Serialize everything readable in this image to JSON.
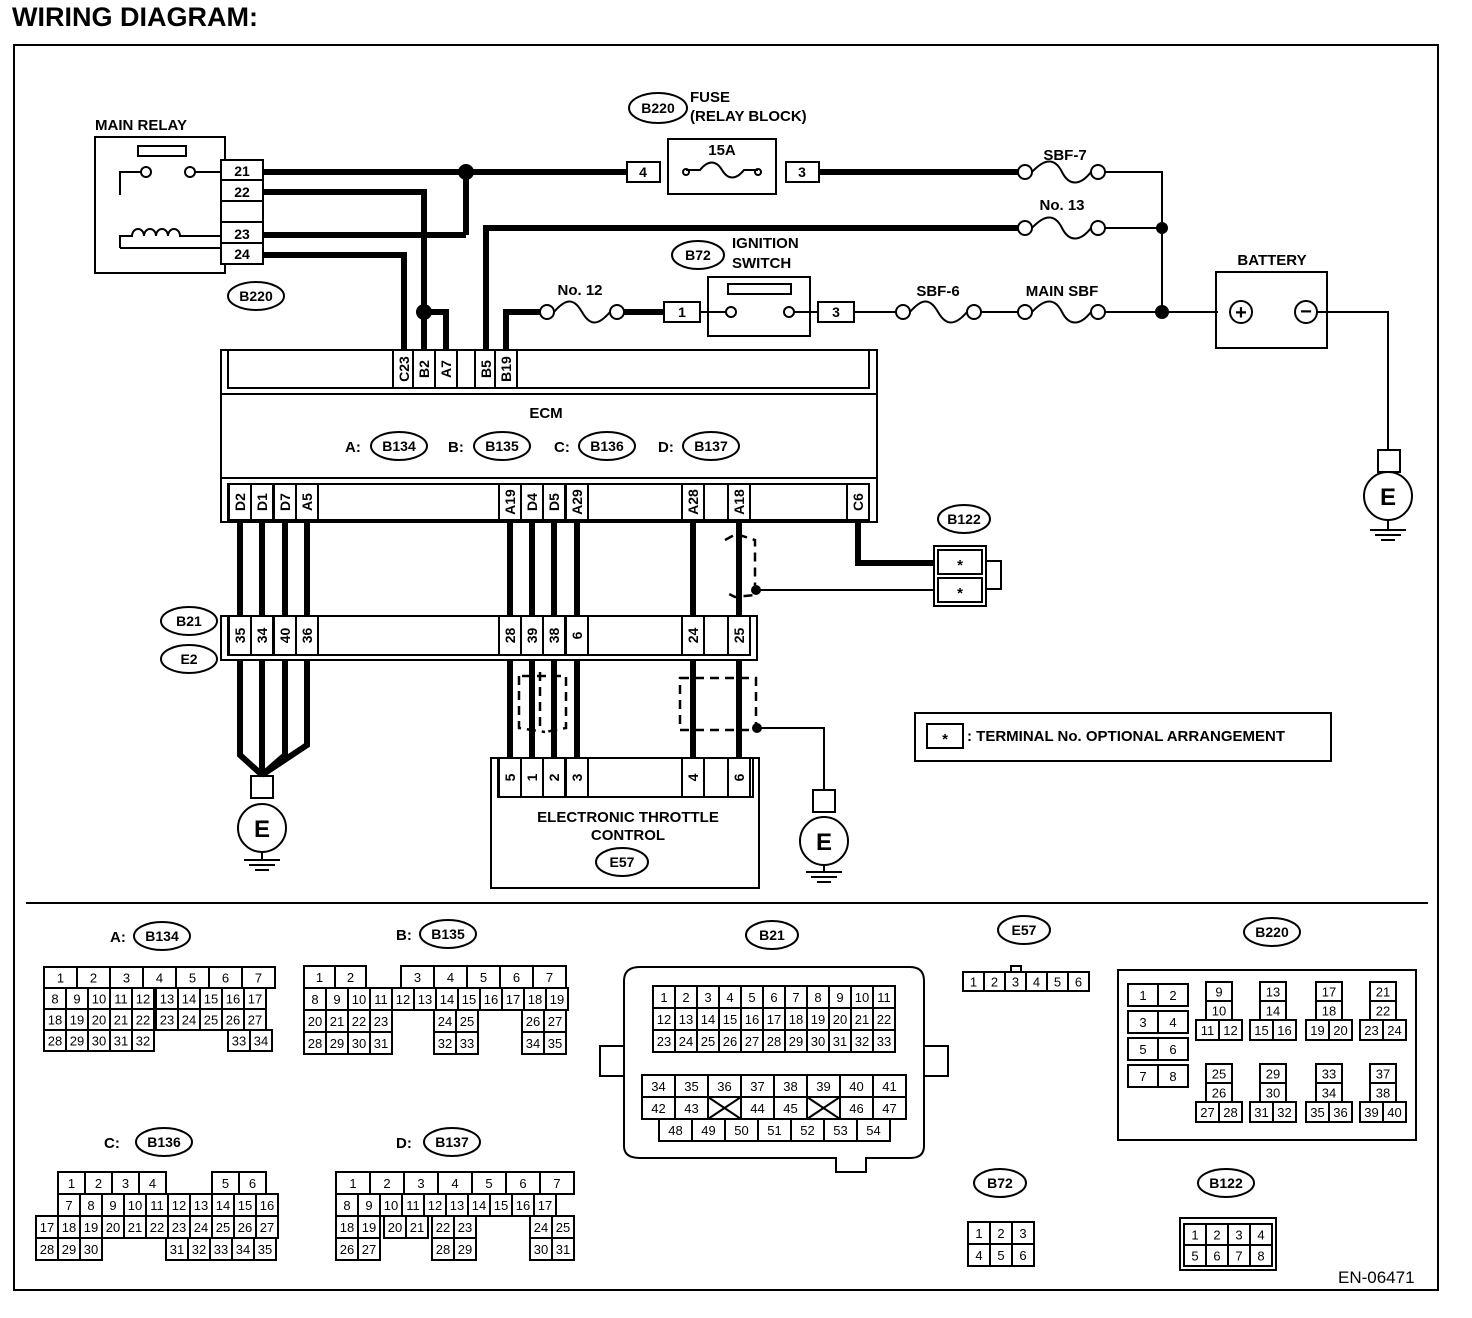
{
  "title": "WIRING DIAGRAM:",
  "footer_code": "EN-06471",
  "components": {
    "main_relay": {
      "label": "MAIN RELAY",
      "connector": "B220",
      "pins": [
        "21",
        "22",
        "23",
        "24"
      ]
    },
    "fuse": {
      "connector": "B220",
      "label_line1": "FUSE",
      "label_line2": "(RELAY BLOCK)",
      "rating": "15A",
      "pin_in": "4",
      "pin_out": "3"
    },
    "sbf7": "SBF-7",
    "no13": "No. 13",
    "no12": "No. 12",
    "ignition_switch": {
      "connector": "B72",
      "label_line1": "IGNITION",
      "label_line2": "SWITCH",
      "pin_in": "1",
      "pin_out": "3"
    },
    "sbf6": "SBF-6",
    "main_sbf": "MAIN SBF",
    "battery": {
      "label": "BATTERY",
      "plus": "+",
      "minus": "−"
    },
    "ecm": {
      "label": "ECM",
      "connectors": [
        {
          "prefix": "A:",
          "code": "B134"
        },
        {
          "prefix": "B:",
          "code": "B135"
        },
        {
          "prefix": "C:",
          "code": "B136"
        },
        {
          "prefix": "D:",
          "code": "B137"
        }
      ],
      "top_pins": [
        "C23",
        "B2",
        "A7",
        "B5",
        "B19"
      ],
      "bottom_pins": [
        "D2",
        "D1",
        "D7",
        "A5",
        "A19",
        "D4",
        "D5",
        "A29",
        "A28",
        "A18",
        "C6"
      ]
    },
    "b122": {
      "connector": "B122",
      "pins": [
        "*",
        "*"
      ]
    },
    "joint": {
      "connectors": [
        "B21",
        "E2"
      ],
      "pins": [
        "35",
        "34",
        "40",
        "36",
        "28",
        "39",
        "38",
        "6",
        "24",
        "25"
      ]
    },
    "throttle": {
      "label_line1": "ELECTRONIC THROTTLE",
      "label_line2": "CONTROL",
      "connector": "E57",
      "pins": [
        "5",
        "1",
        "2",
        "3",
        "4",
        "6"
      ]
    },
    "ground": "E",
    "legend": {
      "symbol": "*",
      "text": ": TERMINAL No. OPTIONAL ARRANGEMENT"
    }
  },
  "connector_views": {
    "b134": {
      "prefix": "A:",
      "code": "B134",
      "rows": [
        [
          "1",
          "2",
          "3",
          "4",
          "5",
          "6",
          "7"
        ],
        [
          "8",
          "9",
          "10",
          "11",
          "12",
          "13",
          "14",
          "15",
          "16",
          "17"
        ],
        [
          "18",
          "19",
          "20",
          "21",
          "22",
          "23",
          "24",
          "25",
          "26",
          "27"
        ],
        [
          "28",
          "29",
          "30",
          "31",
          "32",
          "33",
          "34"
        ]
      ]
    },
    "b135": {
      "prefix": "B:",
      "code": "B135",
      "rows": [
        [
          "1",
          "2",
          "3",
          "4",
          "5",
          "6",
          "7"
        ],
        [
          "8",
          "9",
          "10",
          "11",
          "12",
          "13",
          "14",
          "15",
          "16",
          "17",
          "18",
          "19"
        ],
        [
          "20",
          "21",
          "22",
          "23",
          "24",
          "25",
          "26",
          "27"
        ],
        [
          "28",
          "29",
          "30",
          "31",
          "32",
          "33",
          "34",
          "35"
        ]
      ]
    },
    "b136": {
      "prefix": "C:",
      "code": "B136",
      "rows": [
        [
          "1",
          "2",
          "3",
          "4",
          "5",
          "6"
        ],
        [
          "7",
          "8",
          "9",
          "10",
          "11",
          "12",
          "13",
          "14",
          "15",
          "16"
        ],
        [
          "17",
          "18",
          "19",
          "20",
          "21",
          "22",
          "23",
          "24",
          "25",
          "26",
          "27"
        ],
        [
          "28",
          "29",
          "30",
          "31",
          "32",
          "33",
          "34",
          "35"
        ]
      ]
    },
    "b137": {
      "prefix": "D:",
      "code": "B137",
      "rows": [
        [
          "1",
          "2",
          "3",
          "4",
          "5",
          "6",
          "7"
        ],
        [
          "8",
          "9",
          "10",
          "11",
          "12",
          "13",
          "14",
          "15",
          "16",
          "17"
        ],
        [
          "18",
          "19",
          "20",
          "21",
          "22",
          "23",
          "24",
          "25"
        ],
        [
          "26",
          "27",
          "28",
          "29",
          "30",
          "31"
        ]
      ]
    },
    "b21": {
      "code": "B21",
      "rows": [
        [
          "1",
          "2",
          "3",
          "4",
          "5",
          "6",
          "7",
          "8",
          "9",
          "10",
          "11"
        ],
        [
          "12",
          "13",
          "14",
          "15",
          "16",
          "17",
          "18",
          "19",
          "20",
          "21",
          "22"
        ],
        [
          "23",
          "24",
          "25",
          "26",
          "27",
          "28",
          "29",
          "30",
          "31",
          "32",
          "33"
        ],
        [
          "34",
          "35",
          "36",
          "37",
          "38",
          "39",
          "40",
          "41"
        ],
        [
          "42",
          "43",
          "44",
          "45",
          "46",
          "47"
        ],
        [
          "48",
          "49",
          "50",
          "51",
          "52",
          "53",
          "54"
        ]
      ]
    },
    "e57": {
      "code": "E57",
      "rows": [
        [
          "1",
          "2",
          "3",
          "4",
          "5",
          "6"
        ]
      ]
    },
    "b220": {
      "code": "B220",
      "groups": [
        [
          "1",
          "2",
          "3",
          "4",
          "5",
          "6",
          "7",
          "8"
        ],
        [
          "9",
          "10",
          "11",
          "12"
        ],
        [
          "13",
          "14",
          "15",
          "16"
        ],
        [
          "17",
          "18",
          "19",
          "20"
        ],
        [
          "21",
          "22",
          "23",
          "24"
        ],
        [
          "25",
          "26",
          "27",
          "28"
        ],
        [
          "29",
          "30",
          "31",
          "32"
        ],
        [
          "33",
          "34",
          "35",
          "36"
        ],
        [
          "37",
          "38",
          "39",
          "40"
        ]
      ]
    },
    "b72": {
      "code": "B72",
      "rows": [
        [
          "1",
          "2",
          "3"
        ],
        [
          "4",
          "5",
          "6"
        ]
      ]
    },
    "b122": {
      "code": "B122",
      "rows": [
        [
          "1",
          "2",
          "3",
          "4"
        ],
        [
          "5",
          "6",
          "7",
          "8"
        ]
      ]
    }
  }
}
